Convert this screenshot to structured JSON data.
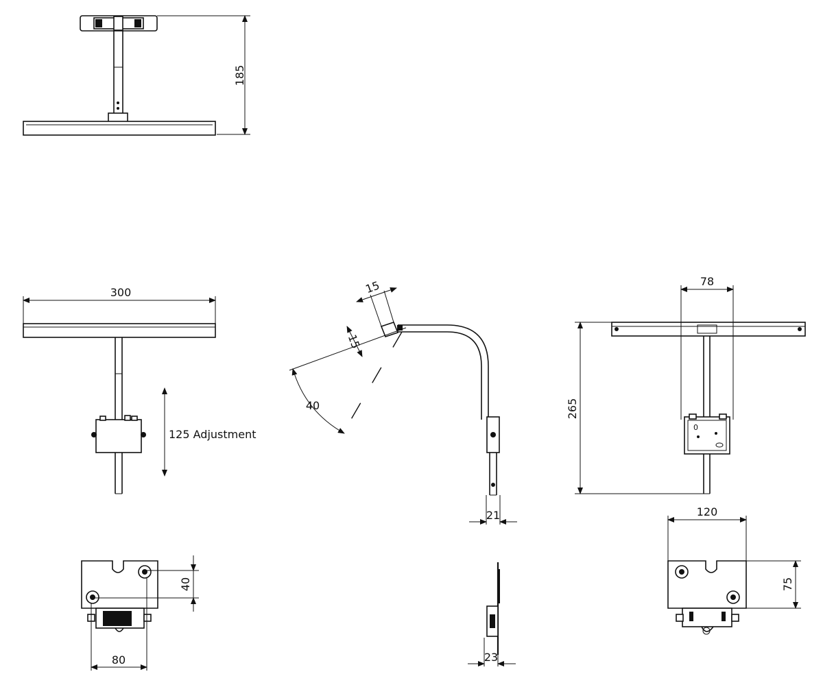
{
  "dimensions": {
    "top_height": "185",
    "width_300": "300",
    "adjustment": "125 Adjustment",
    "angle": "40",
    "offset_a": "15",
    "offset_b": "15",
    "bar_depth": "21",
    "bracket_78": "78",
    "height_265": "265",
    "plate_120": "120",
    "plate_75": "75",
    "plate_40": "40",
    "plate_80": "80",
    "side_23": "23"
  }
}
